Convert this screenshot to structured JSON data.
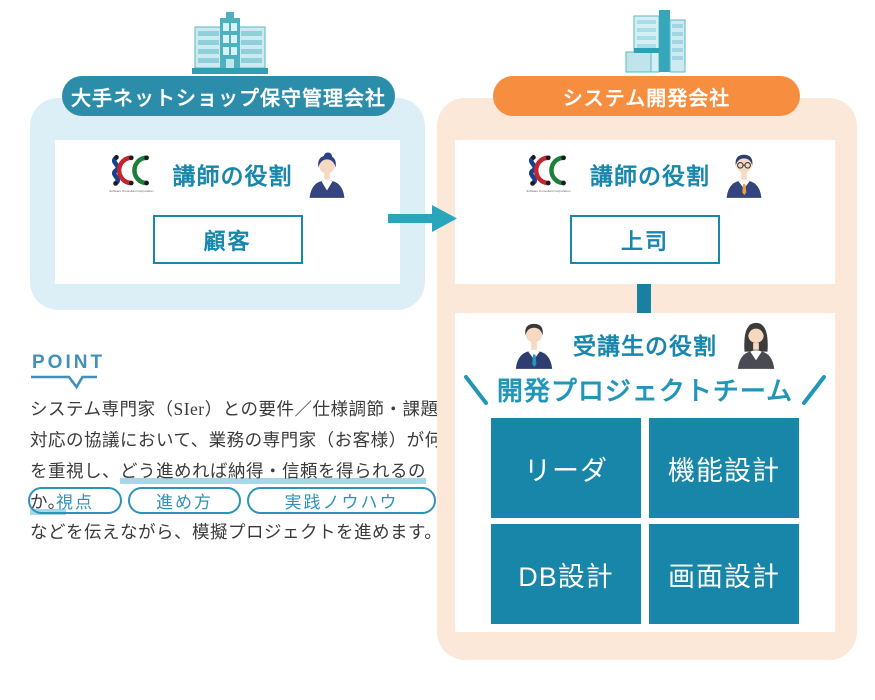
{
  "left_company": {
    "header": "大手ネットショップ保守管理会社",
    "instructor": {
      "logo_caption": "Software Consultant Corporation",
      "role_label": "講師の役割",
      "role_value": "顧客"
    }
  },
  "right_company": {
    "header": "システム開発会社",
    "instructor": {
      "logo_caption": "Software Consultant Corporation",
      "role_label": "講師の役割",
      "role_value": "上司"
    },
    "students": {
      "role_label": "受講生の役割",
      "team_label": "開発プロジェクトチーム",
      "roles": [
        "リーダ",
        "機能設計",
        "DB設計",
        "画面設計"
      ]
    }
  },
  "point": {
    "heading": "POINT",
    "body_1": "システム専門家（SIer）との要件／仕様調節・課題対応の協議において、業務の専門家（お客様）が何を重視し、",
    "body_hl_1": "どう進めれば納得・",
    "body_hl_2": "信頼を得られるのか。",
    "tags": [
      "視点",
      "進め方",
      "実践ノウハウ"
    ],
    "closing": "などを伝えながら、模擬プロジェクトを進めます。"
  },
  "icons": {
    "building_left": "office-building-icon",
    "building_right": "skyscraper-building-icon",
    "logo": "scc-logo",
    "arrow": "right-arrow",
    "avatars": [
      "female-instructor",
      "male-instructor",
      "male-student",
      "female-student"
    ]
  },
  "colors": {
    "teal_header": "#2b8daa",
    "orange_header": "#f68d3f",
    "panel_blue": "#ddeff6",
    "panel_peach": "#fce8d8",
    "teal_accent": "#1787ab",
    "teal_box": "#1786a8",
    "arrow_teal": "#2aa6bc",
    "highlight_blue": "#a6d8e9",
    "point_blue": "#4090ba"
  }
}
